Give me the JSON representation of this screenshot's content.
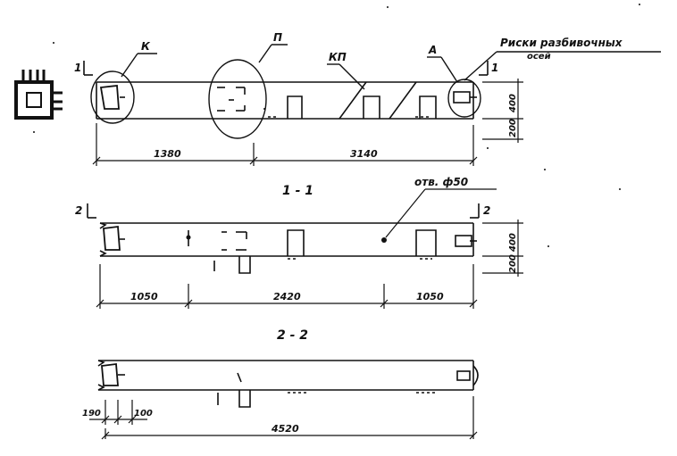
{
  "labels": {
    "callout_k": "К",
    "callout_p": "П",
    "callout_kp": "КП",
    "callout_a": "А",
    "risk_line1": "Риски разбивочных",
    "risk_line2": "осей",
    "hole_note": "отв. ф50"
  },
  "sections": {
    "s11_mark": "1",
    "s11_title": "1 - 1",
    "s22_mark": "2",
    "s22_title": "2 - 2"
  },
  "dimensions": {
    "top": [
      "1380",
      "3140"
    ],
    "top_height": "400",
    "top_bottom": "200",
    "mid": [
      "1050",
      "2420",
      "1050"
    ],
    "mid_height": "400",
    "mid_bottom": "200",
    "bottom_small": [
      "190",
      "100"
    ],
    "bottom_total": "4520"
  },
  "colors": {
    "ink": "#111111",
    "paper": "#ffffff"
  }
}
